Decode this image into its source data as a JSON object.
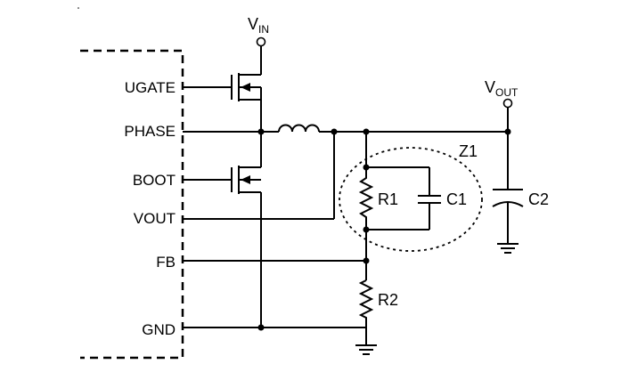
{
  "pins": {
    "ugate": "UGATE",
    "phase": "PHASE",
    "boot": "BOOT",
    "vout": "VOUT",
    "fb": "FB",
    "gnd": "GND"
  },
  "rails": {
    "vin_main": "V",
    "vin_sub": "IN",
    "vout_main": "V",
    "vout_sub": "OUT"
  },
  "components": {
    "r1": "R1",
    "c1": "C1",
    "c2": "C2",
    "r2": "R2",
    "z1": "Z1"
  }
}
